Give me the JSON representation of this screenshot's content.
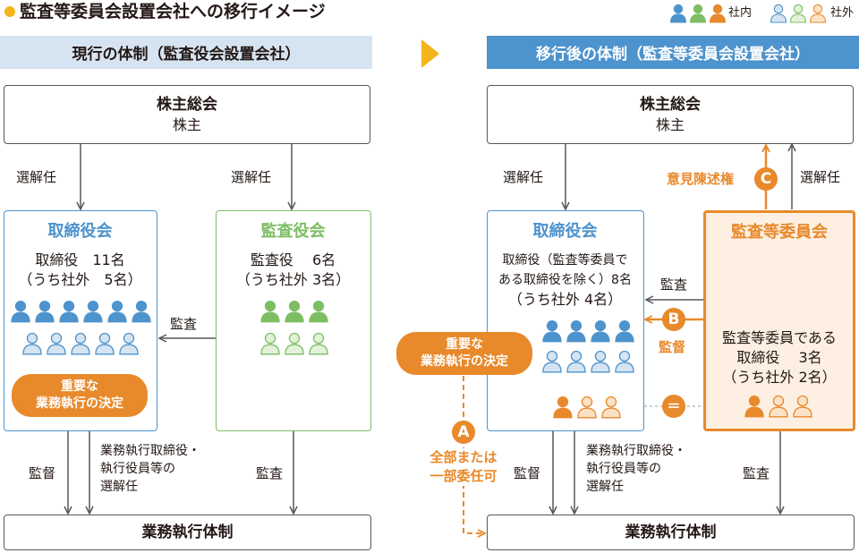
{
  "title": "監査等委員会設置会社への移行イメージ",
  "legend": {
    "internal": "社内",
    "external": "社外"
  },
  "colors": {
    "blue": "#4d93cd",
    "blue_light": "#d6e4f1",
    "green": "#7dbe63",
    "green_light": "#e3f1d9",
    "orange": "#e8892b",
    "orange_light": "#fbe2c7",
    "gray": "#595757",
    "yellow": "#f3b519"
  },
  "left": {
    "heading": "現行の体制（監査役会設置会社）",
    "shareholders": {
      "title": "株主総会",
      "sub": "株主"
    },
    "elect_left": "選解任",
    "elect_right": "選解任",
    "board": {
      "title": "取締役会",
      "line1": "取締役　11名",
      "line2": "（うち社外　5名）",
      "internal_count": 6,
      "external_count": 5
    },
    "decision": {
      "line1": "重要な",
      "line2": "業務執行の決定"
    },
    "auditors": {
      "title": "監査役会",
      "line1": "監査役　 6名",
      "line2": "（うち社外 3名）",
      "internal_count": 3,
      "external_count": 3
    },
    "audit_arrow": "監査",
    "supervise": "監督",
    "exec_elect": {
      "line1": "業務執行取締役・",
      "line2": "執行役員等の",
      "line3": "選解任"
    },
    "audit_bottom": "監査",
    "execution": "業務執行体制"
  },
  "right": {
    "heading": "移行後の体制（監査等委員会設置会社）",
    "shareholders": {
      "title": "株主総会",
      "sub": "株主"
    },
    "elect_left": "選解任",
    "elect_right": "選解任",
    "opinion": "意見陳述権",
    "marker_c": "C",
    "board": {
      "title": "取締役会",
      "line1": "取締役（監査等委員で",
      "line2": "ある取締役を除く）8名",
      "line3": "（うち社外 4名）",
      "internal_count": 4,
      "external_count": 4,
      "member_internal": 1,
      "member_external": 2
    },
    "decision": {
      "line1": "重要な",
      "line2": "業務執行の決定"
    },
    "marker_a": "A",
    "delegation": {
      "line1": "全部または",
      "line2": "一部委任可"
    },
    "committee": {
      "title": "監査等委員会",
      "line1": "監査等委員である",
      "line2": "取締役　 3名",
      "line3": "（うち社外 2名）",
      "internal_count": 1,
      "external_count": 2
    },
    "audit_arrow": "監査",
    "marker_b": "B",
    "supervise_b": "監督",
    "equals": "＝",
    "supervise": "監督",
    "exec_elect": {
      "line1": "業務執行取締役・",
      "line2": "執行役員等の",
      "line3": "選解任"
    },
    "audit_bottom": "監査",
    "execution": "業務執行体制"
  }
}
